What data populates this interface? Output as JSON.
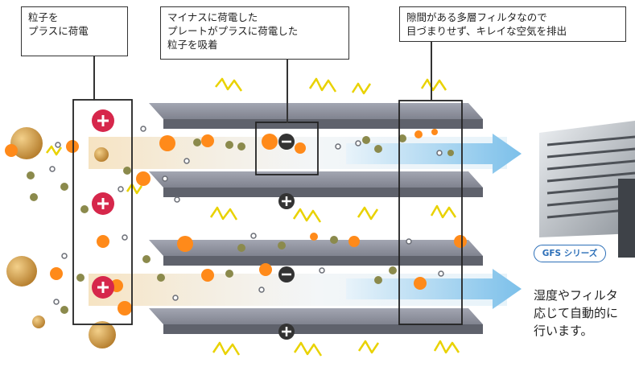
{
  "callouts": {
    "charging": [
      "粒子を",
      "プラスに荷電"
    ],
    "adsorption": [
      "マイナスに荷電した",
      "プレートがプラスに荷電した",
      "粒子を吸着"
    ],
    "filter": [
      "隙間がある多層フィルタなので",
      "目づまりせず、キレイな空気を排出"
    ]
  },
  "product_badge": "GFS シリーズ",
  "side_note": [
    "湿度やフィルタ",
    "応じて自動的に",
    "行います。"
  ],
  "colors": {
    "positive_charge": "#d6274b",
    "negative_charge": "#333333",
    "plate": "#7d8090",
    "airflow_arrow": "#8fc8ea",
    "particle_large": "#c8923a",
    "particle_spark": "#ff8a1a",
    "badge": "#2c6fb8"
  }
}
